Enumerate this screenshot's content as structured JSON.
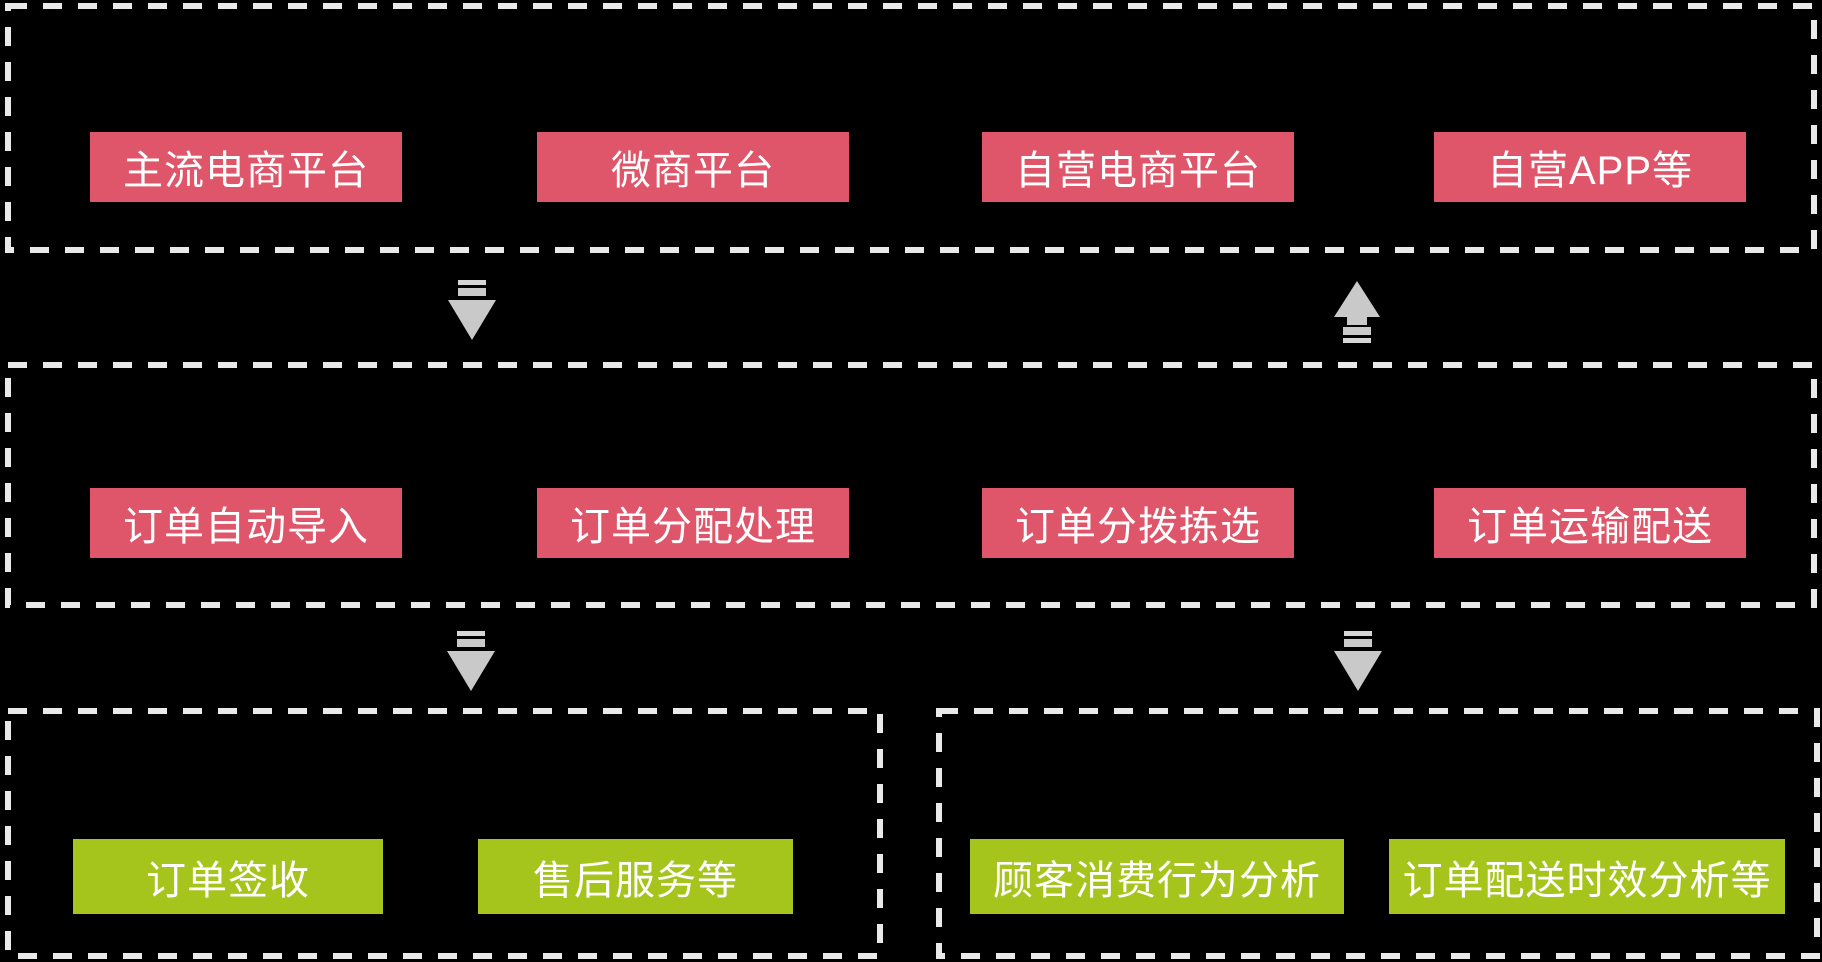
{
  "diagram": {
    "background": "#000000",
    "colors": {
      "pink": "#DF5569",
      "green": "#A5C51D",
      "border": "#E9E9E9",
      "arrow": "#C9C9C9",
      "text": "#FFFFFF"
    },
    "sections": [
      {
        "id": "sales-channels",
        "nodes": [
          "主流电商平台",
          "微商平台",
          "自营电商平台",
          "自营APP等"
        ]
      },
      {
        "id": "order-processing",
        "nodes": [
          "订单自动导入",
          "订单分配处理",
          "订单分拨拣选",
          "订单运输配送"
        ]
      },
      {
        "id": "order-completion",
        "nodes": [
          "订单签收",
          "售后服务等"
        ]
      },
      {
        "id": "order-analysis",
        "nodes": [
          "顾客消费行为分析",
          "订单配送时效分析等"
        ]
      }
    ],
    "arrows": [
      {
        "id": "flow-down-left-1",
        "direction": "down"
      },
      {
        "id": "feedback-up-right",
        "direction": "up"
      },
      {
        "id": "flow-down-left-2",
        "direction": "down"
      },
      {
        "id": "flow-down-right-2",
        "direction": "down"
      }
    ]
  }
}
